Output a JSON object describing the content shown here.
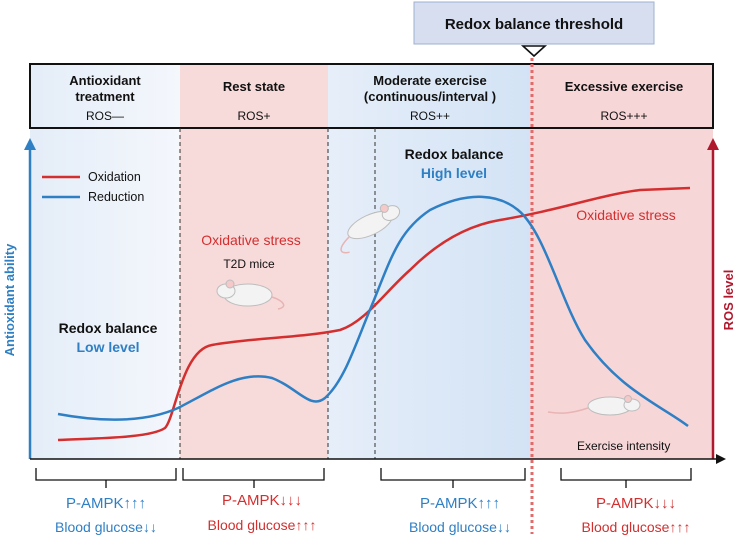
{
  "threshold": {
    "label": "Redox balance threshold"
  },
  "phases": [
    {
      "title": "Antioxidant\ntreatment",
      "ros": "ROS—"
    },
    {
      "title": "Rest state",
      "ros": "ROS+"
    },
    {
      "title": "Moderate exercise\n(continuous/interval )",
      "ros": "ROS++"
    },
    {
      "title": "Excessive exercise",
      "ros": "ROS+++"
    }
  ],
  "legend": [
    {
      "label": "Oxidation",
      "color": "#d32f2f"
    },
    {
      "label": "Reduction",
      "color": "#2e7fc4"
    }
  ],
  "axes": {
    "left_label": "Antioxidant ability",
    "right_label": "ROS level",
    "x_label": "Exercise intensity"
  },
  "annotations": {
    "low_title": "Redox balance",
    "low_sub": "Low level",
    "rest_stress": "Oxidative stress",
    "rest_mice": "T2D mice",
    "high_title": "Redox balance",
    "high_sub": "High level",
    "excess_stress": "Oxidative stress"
  },
  "outcomes": [
    {
      "ampk": "P-AMPK↑↑↑",
      "glucose": "Blood glucose↓↓",
      "color": "#2e7fc4"
    },
    {
      "ampk": "P-AMPK↓↓↓",
      "glucose": "Blood glucose↑↑↑",
      "color": "#d32f2f"
    },
    {
      "ampk": "P-AMPK↑↑↑",
      "glucose": "Blood glucose↓↓",
      "color": "#2e7fc4"
    },
    {
      "ampk": "P-AMPK↓↓↓",
      "glucose": "Blood glucose↑↑↑",
      "color": "#d32f2f"
    }
  ],
  "colors": {
    "oxidation": "#d32f2f",
    "reduction": "#2e7fc4",
    "pink_zone": "#f7dada",
    "blue_zone": "#dde9f7",
    "threshold_box": "#d6def0"
  },
  "icons": [
    "mouse-icon",
    "mouse-icon",
    "mouse-icon"
  ]
}
